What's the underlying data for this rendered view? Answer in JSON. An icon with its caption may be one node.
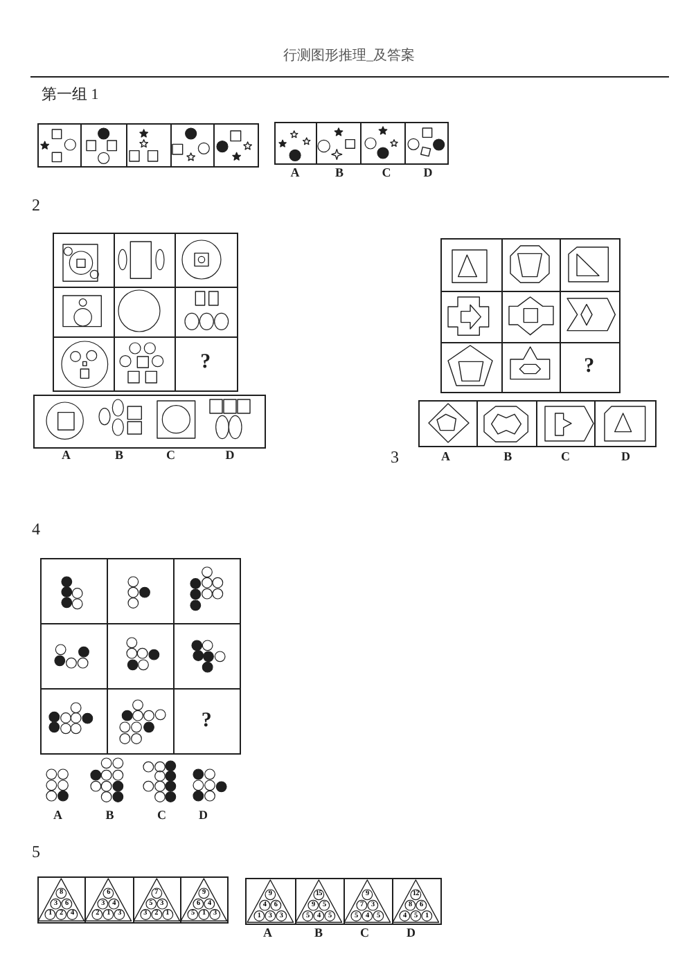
{
  "diagram": {
    "title": "行测图形推理_及答案",
    "nodes": [
      {
        "text": [],
        "shape": "box"
      },
      {
        "text": [],
        "shape": "box"
      },
      {
        "text": [],
        "shape": "box"
      },
      {
        "text": [],
        "shape": "box"
      },
      {
        "text": [],
        "shape": "box"
      },
      {
        "text": [],
        "shape": "box",
        "beside": [
          "A"
        ]
      },
      {
        "text": [],
        "shape": "box",
        "beside": [
          "B"
        ]
      },
      {
        "text": [],
        "shape": "box",
        "beside": [
          "C"
        ]
      },
      {
        "text": [],
        "shape": "box",
        "beside": [
          "D"
        ]
      },
      {
        "text": [],
        "shape": "box"
      },
      {
        "text": [],
        "shape": "box"
      },
      {
        "text": [],
        "shape": "box"
      },
      {
        "text": [],
        "shape": "box"
      },
      {
        "text": [],
        "shape": "box"
      },
      {
        "text": [],
        "shape": "box"
      },
      {
        "text": [],
        "shape": "box"
      },
      {
        "text": [],
        "shape": "box"
      },
      {
        "text": [
          "?"
        ]
      },
      {
        "text": [],
        "shape": "box",
        "beside": [
          "A",
          "B",
          "C",
          "D"
        ]
      },
      {
        "text": [],
        "shape": "box"
      },
      {
        "text": [],
        "shape": "box"
      },
      {
        "text": [],
        "shape": "box"
      },
      {
        "text": [],
        "shape": "box"
      },
      {
        "text": [],
        "shape": "box"
      },
      {
        "text": [],
        "shape": "box"
      },
      {
        "text": [],
        "shape": "box"
      },
      {
        "text": [],
        "shape": "box"
      },
      {
        "text": [
          "?"
        ]
      },
      {
        "text": [],
        "shape": "box",
        "beside": [
          "A"
        ]
      },
      {
        "text": [],
        "shape": "box",
        "beside": [
          "B"
        ]
      },
      {
        "text": [],
        "shape": "box",
        "beside": [
          "C"
        ]
      },
      {
        "text": [],
        "shape": "box",
        "beside": [
          "D"
        ]
      },
      {
        "text": [],
        "shape": "box"
      },
      {
        "text": [],
        "shape": "box"
      },
      {
        "text": [],
        "shape": "box"
      },
      {
        "text": [],
        "shape": "box"
      },
      {
        "text": [],
        "shape": "box"
      },
      {
        "text": [],
        "shape": "box"
      },
      {
        "text": [],
        "shape": "box"
      },
      {
        "text": [],
        "shape": "box"
      },
      {
        "text": [
          "?"
        ]
      },
      {
        "text": [
          "8",
          "3",
          "6",
          "1",
          "2",
          "4"
        ]
      },
      {
        "text": [
          "6",
          "3",
          "4",
          "2",
          "1",
          "3"
        ]
      },
      {
        "text": [
          "7",
          "5",
          "3",
          "3",
          "2",
          "1"
        ]
      },
      {
        "text": [
          "9",
          "6",
          "4",
          "5",
          "1",
          "3"
        ]
      },
      {
        "text": [
          "9",
          "4",
          "6",
          "1",
          "3",
          "3"
        ],
        "beside": [
          "A"
        ]
      },
      {
        "text": [
          "15",
          "9",
          "5",
          "5",
          "4",
          "5"
        ],
        "beside": [
          "B"
        ]
      },
      {
        "text": [
          "9",
          "7",
          "3",
          "5",
          "4",
          "5"
        ],
        "beside": [
          "C"
        ]
      },
      {
        "text": [
          "12",
          "8",
          "6",
          "4",
          "5",
          "1"
        ],
        "beside": [
          "D"
        ]
      }
    ],
    "labels": [
      "第一组 1",
      "2",
      "3",
      "4",
      "A",
      "B",
      "C",
      "D",
      "5"
    ]
  }
}
